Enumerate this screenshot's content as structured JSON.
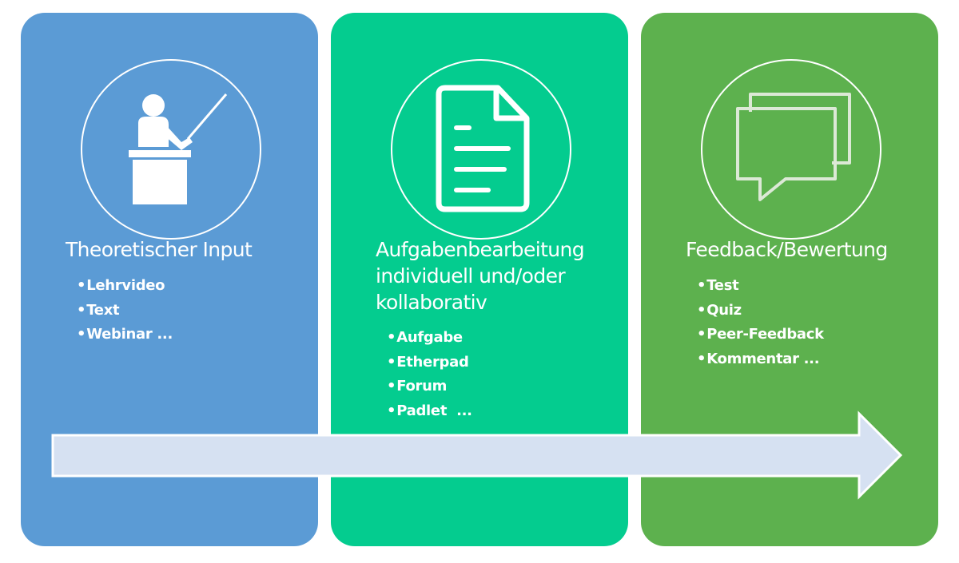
{
  "colors": {
    "panel_blue": "#5b9bd5",
    "panel_teal": "#04cc8f",
    "panel_green": "#5db14e",
    "arrow_fill": "#d6e1f2",
    "icon_stroke": "#ffffff"
  },
  "panels": [
    {
      "icon": "teacher-at-podium-icon",
      "title": "Theoretischer Input",
      "items": [
        "Lehrvideo",
        "Text",
        "Webinar ..."
      ]
    },
    {
      "icon": "document-icon",
      "title": "Aufgabenbearbeitung\nindividuell und/oder\nkollaborativ",
      "items": [
        "Aufgabe",
        "Etherpad",
        "Forum",
        "Padlet  ..."
      ]
    },
    {
      "icon": "chat-bubbles-icon",
      "title": "Feedback/Bewertung",
      "items": [
        "Test",
        "Quiz",
        "Peer-Feedback",
        "Kommentar ..."
      ]
    }
  ]
}
